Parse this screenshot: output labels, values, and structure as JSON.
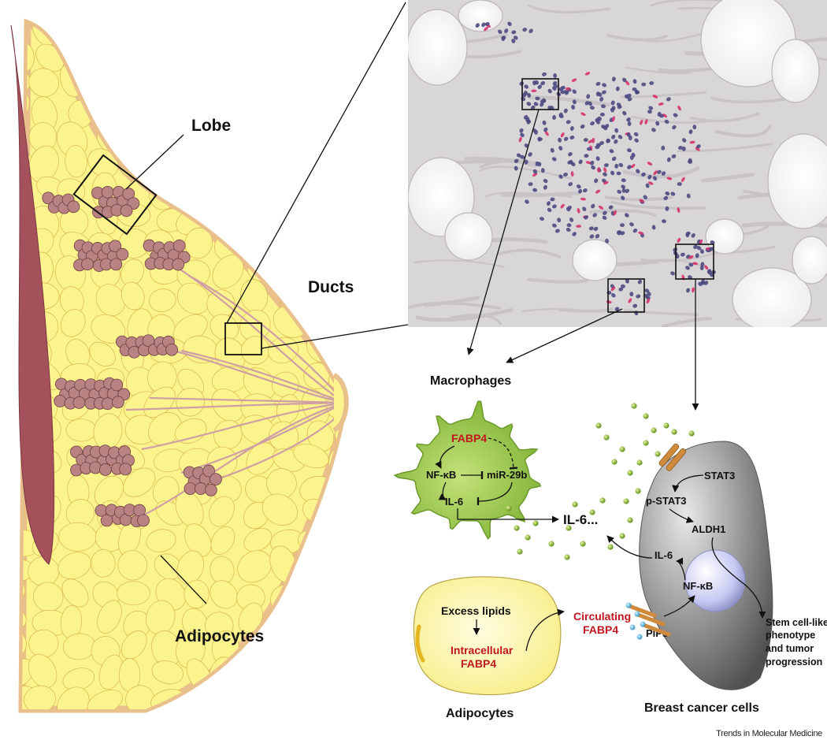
{
  "labels": {
    "lobe": "Lobe",
    "ducts": "Ducts",
    "adipocytes_left": "Adipocytes",
    "macrophages": "Macrophages",
    "fabp4_macrophage": "FABP4",
    "nfkb_macrophage": "NF-κB",
    "mir29b": "miR-29b",
    "il6_macrophage": "IL-6",
    "il6_secreted": "IL-6...",
    "stat3": "STAT3",
    "p_stat3": "p-STAT3",
    "aldh1": "ALDH1",
    "il6_cancer": "IL-6",
    "nfkb_cancer": "NF-κB",
    "pips": "PIPs",
    "stem_line1": "Stem cell-like",
    "stem_line2": "phenotype",
    "stem_line3": "and tumor",
    "stem_line4": "progression",
    "excess_lipids": "Excess lipids",
    "intracellular_line1": "Intracellular",
    "intracellular_line2": "FABP4",
    "circulating_line1": "Circulating",
    "circulating_line2": "FABP4",
    "adipocytes_bottom": "Adipocytes",
    "breast_cancer_cells": "Breast cancer cells",
    "source": "Trends in Molecular Medicine"
  },
  "colors": {
    "breast_fat": "#fbf38c",
    "skin": "#e9c08c",
    "muscle": "#a5515c",
    "lobule": "#b98283",
    "macrophage": "#8dc03f",
    "cancer_cell": "#8a8a8a",
    "nucleus": "#c6c8f2",
    "adipocyte_cell": "#fdf59f",
    "fabp4_red": "#c0161f",
    "receptor": "#d08a3c",
    "pips": "#5bb7d9",
    "histology_bg": "#d9d6d8"
  },
  "icons": {
    "breast": "breast-anatomy-illustration",
    "histology": "histology-micrograph",
    "macrophage": "macrophage-cell-icon",
    "cancer_cell": "cancer-cell-icon",
    "adipocyte": "adipocyte-cell-icon"
  }
}
